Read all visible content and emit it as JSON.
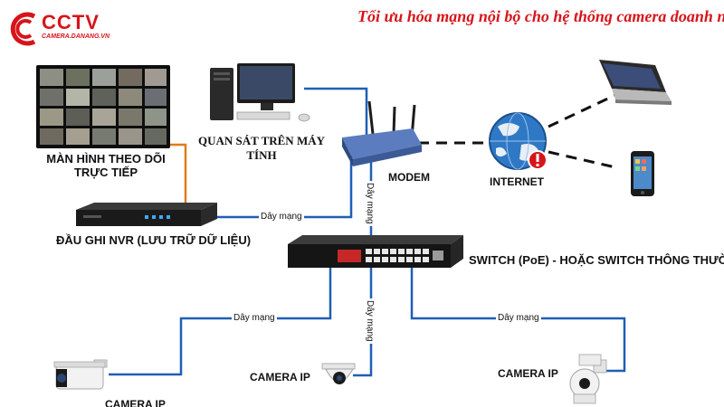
{
  "logo": {
    "brand": "CCTV",
    "site": "CAMERA.DANANG.VN"
  },
  "title": "Tối ưu hóa mạng nội bộ cho hệ thống camera doanh nghiệp",
  "nodes": {
    "monitor": {
      "label_line1": "MÀN HÌNH THEO DÕI",
      "label_line2": "TRỰC TIẾP"
    },
    "pc": {
      "label_line1": "QUAN SÁT TRÊN MÁY",
      "label_line2": "TÍNH"
    },
    "modem": {
      "label": "MODEM"
    },
    "internet": {
      "label": "INTERNET"
    },
    "nvr": {
      "label": "ĐẦU GHI NVR (LƯU TRỮ DỮ LIỆU)"
    },
    "switch": {
      "label": "SWITCH (PoE)  - HOẶC SWITCH THÔNG THƯỜNG"
    },
    "camera_left": {
      "label": "CAMERA IP"
    },
    "camera_center": {
      "label": "CAMERA IP"
    },
    "camera_right": {
      "label": "CAMERA IP"
    }
  },
  "cables": {
    "nvr_to_modem": "Dây mạng",
    "modem_to_switch": "Dây mạng",
    "switch_to_camera_left": "Dây mạng",
    "switch_to_camera_center": "Dây mạng",
    "switch_to_camera_right": "Dây mạng"
  },
  "colors": {
    "title": "#d7141a",
    "lan_cable": "#1f5fb4",
    "hdmi_cable": "#e07b1a",
    "wireless_link": "#111111"
  }
}
